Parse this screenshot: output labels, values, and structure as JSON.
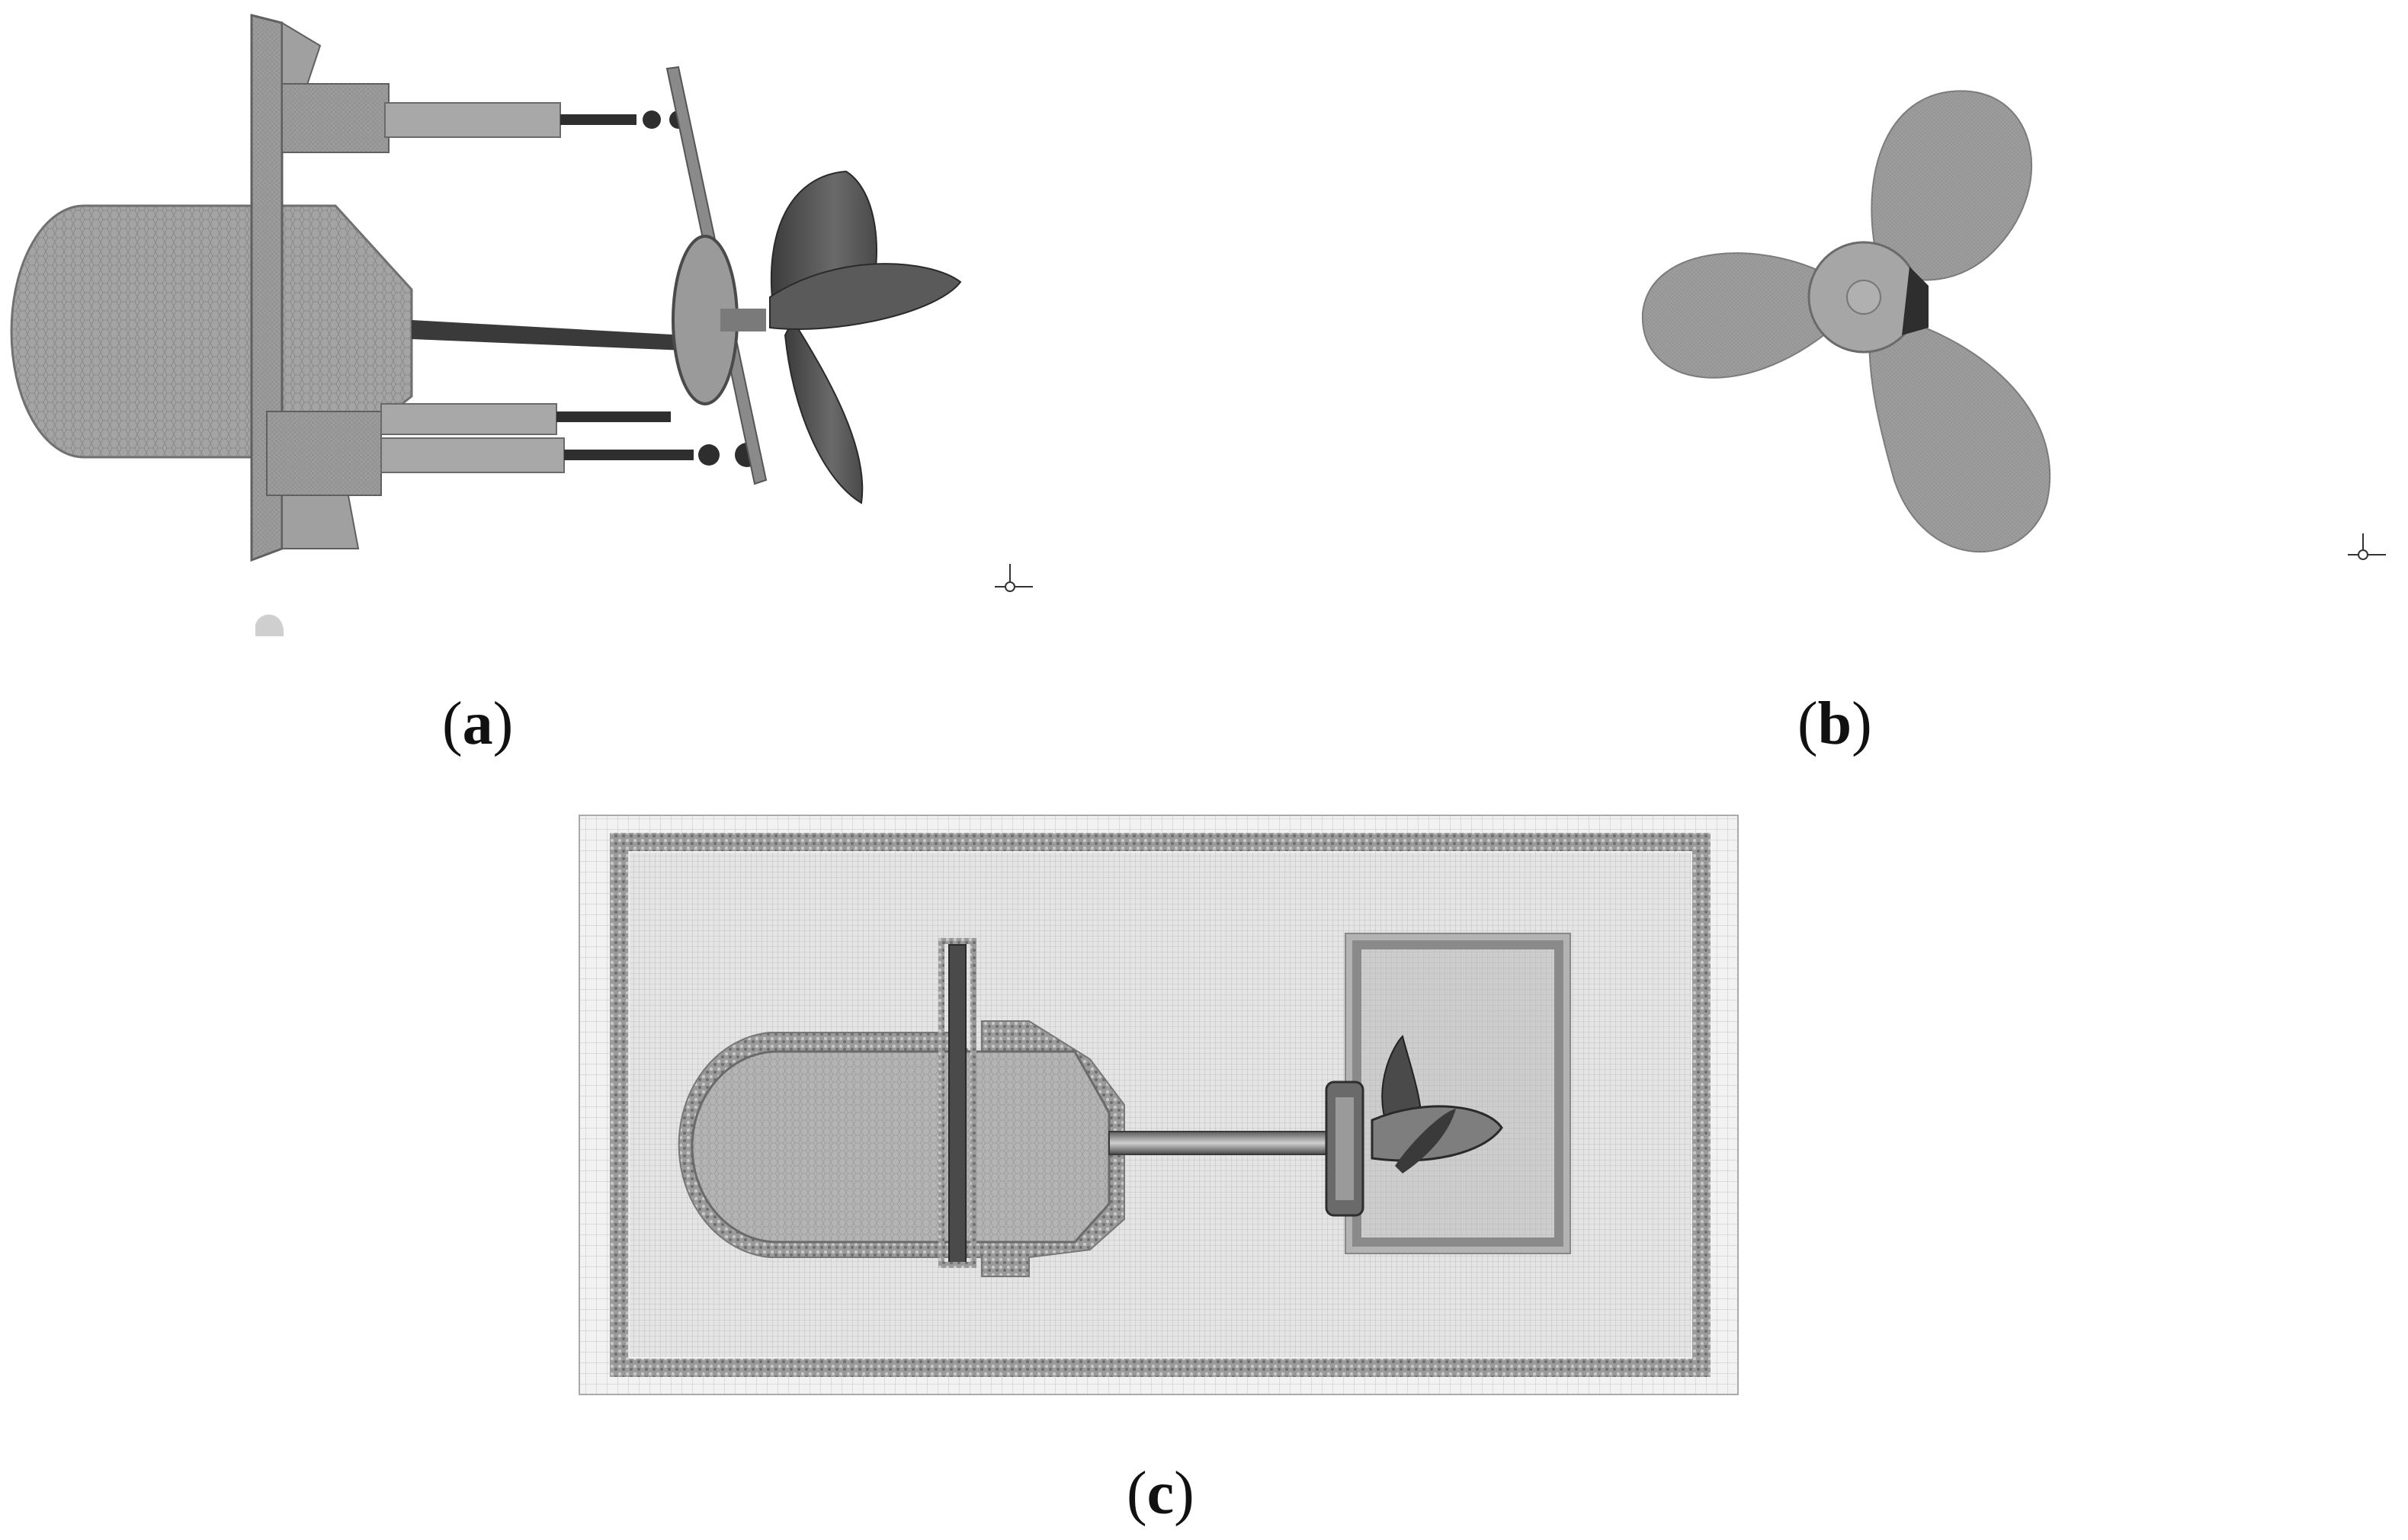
{
  "figure": {
    "panels": [
      {
        "id": "a",
        "caption": "(a)",
        "letter": "a"
      },
      {
        "id": "b",
        "caption": "(b)",
        "letter": "b"
      },
      {
        "id": "c",
        "caption": "(c)",
        "letter": "c"
      }
    ]
  },
  "colors": {
    "background": "#ffffff",
    "mesh_gray": "#9a9a9a",
    "dark_gray": "#4a4a4a",
    "grid_line": "#c8c8c8"
  }
}
